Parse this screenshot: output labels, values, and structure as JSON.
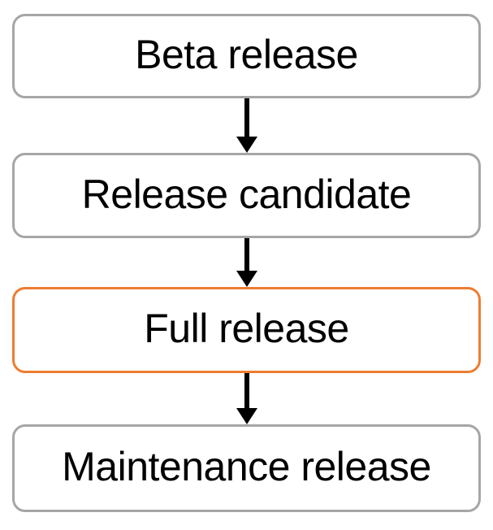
{
  "flowchart": {
    "nodes": [
      {
        "label": "Beta release",
        "border_color": "#a6a6a6",
        "highlighted": false
      },
      {
        "label": "Release candidate",
        "border_color": "#a6a6a6",
        "highlighted": false
      },
      {
        "label": "Full release",
        "border_color": "#ed7d31",
        "highlighted": true
      },
      {
        "label": "Maintenance release",
        "border_color": "#a6a6a6",
        "highlighted": false
      }
    ],
    "edges": [
      {
        "from": "Beta release",
        "to": "Release candidate",
        "direction": "down"
      },
      {
        "from": "Release candidate",
        "to": "Full release",
        "direction": "down"
      },
      {
        "from": "Full release",
        "to": "Maintenance release",
        "direction": "down"
      }
    ],
    "colors": {
      "background": "#ffffff",
      "text": "#000000",
      "arrow": "#000000",
      "default_border": "#a6a6a6",
      "highlight_border": "#ed7d31"
    }
  }
}
